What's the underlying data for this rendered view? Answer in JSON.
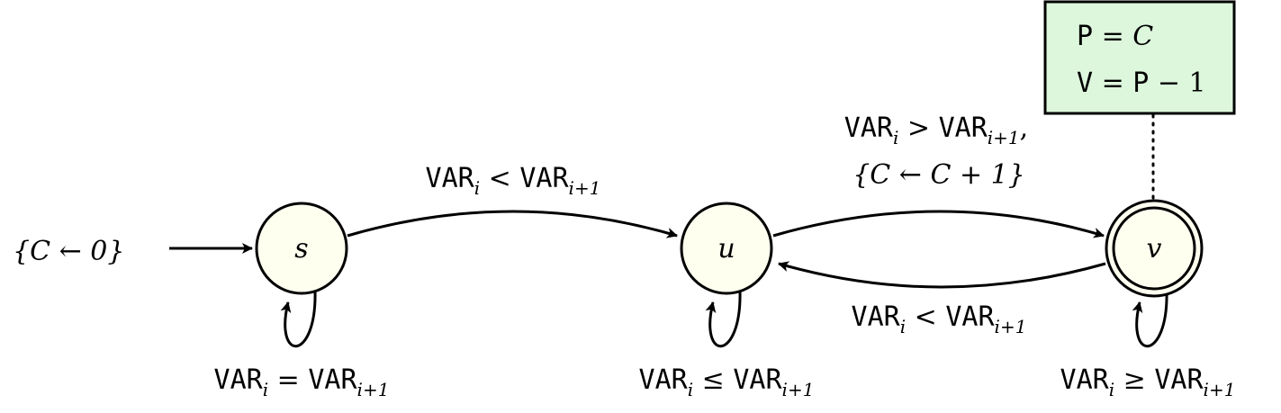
{
  "init": {
    "label": "{C ← 0}"
  },
  "states": {
    "s": {
      "label": "s"
    },
    "u": {
      "label": "u"
    },
    "v": {
      "label": "v"
    }
  },
  "edges": {
    "s_u": {
      "lhs": "VAR",
      "lhs_sub": "i",
      "op": " < ",
      "rhs": "VAR",
      "rhs_sub": "i+1"
    },
    "u_v": {
      "lhs": "VAR",
      "lhs_sub": "i",
      "op": " > ",
      "rhs": "VAR",
      "rhs_sub": "i+1",
      "trail": ",",
      "update": "{C ← C + 1}"
    },
    "v_u": {
      "lhs": "VAR",
      "lhs_sub": "i",
      "op": " < ",
      "rhs": "VAR",
      "rhs_sub": "i+1"
    },
    "s_s": {
      "lhs": "VAR",
      "lhs_sub": "i",
      "op": " = ",
      "rhs": "VAR",
      "rhs_sub": "i+1"
    },
    "u_u": {
      "lhs": "VAR",
      "lhs_sub": "i",
      "op": " ≤ ",
      "rhs": "VAR",
      "rhs_sub": "i+1"
    },
    "v_v": {
      "lhs": "VAR",
      "lhs_sub": "i",
      "op": " ≥ ",
      "rhs": "VAR",
      "rhs_sub": "i+1"
    }
  },
  "output_box": {
    "line1": {
      "var": "P",
      "op": " = ",
      "val": "C"
    },
    "line2": {
      "var": "V",
      "op": " = ",
      "var2": "P",
      "rest": " − 1"
    }
  },
  "colors": {
    "state_fill": "#fffff0",
    "box_fill": "#ddf7dd"
  }
}
